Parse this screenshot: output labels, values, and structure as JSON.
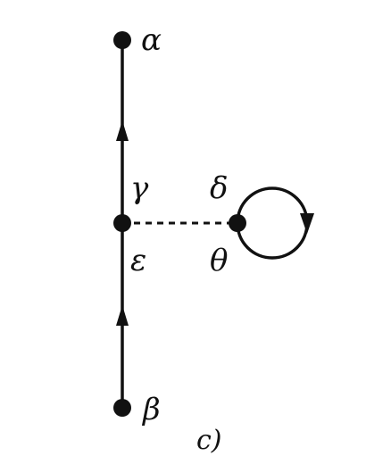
{
  "panel_label": "c)",
  "nodes": {
    "top": {
      "label": "α"
    },
    "middle": {
      "label_above": "γ",
      "label_below": "ε"
    },
    "right": {
      "label_above": "δ",
      "label_below": "θ"
    },
    "bottom": {
      "label": "β"
    }
  },
  "edges": [
    {
      "from": "bottom",
      "to": "middle",
      "style": "solid",
      "arrow": "up"
    },
    {
      "from": "middle",
      "to": "top",
      "style": "solid",
      "arrow": "up"
    },
    {
      "from": "middle",
      "to": "right",
      "style": "dashed",
      "arrow": "none"
    },
    {
      "from": "right",
      "to": "right",
      "style": "loop",
      "arrow": "clockwise"
    }
  ]
}
